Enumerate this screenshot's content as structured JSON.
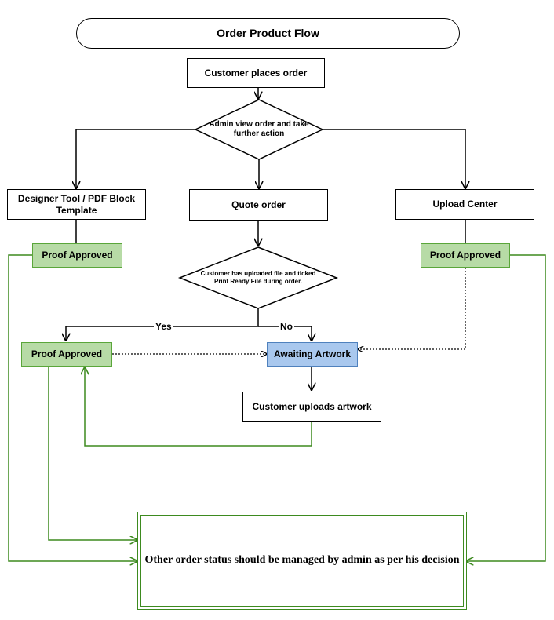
{
  "title": "Order Product Flow",
  "nodes": {
    "customer_places_order": "Customer places order",
    "admin_view_order": "Admin view order and take further action",
    "designer_tool": "Designer Tool / PDF Block Template",
    "quote_order": "Quote order",
    "upload_center": "Upload Center",
    "proof_approved_left": "Proof Approved",
    "proof_approved_right": "Proof Approved",
    "customer_uploaded_check": "Customer has uploaded file and ticked Print Ready File during order.",
    "proof_approved_mid": "Proof Approved",
    "awaiting_artwork": "Awaiting Artwork",
    "customer_uploads_artwork": "Customer uploads artwork",
    "other_order_status": "Other order status should be managed by admin as per his decision"
  },
  "edge_labels": {
    "yes": "Yes",
    "no": "No"
  },
  "colors": {
    "green_fill": "#b7dba6",
    "green_line": "#3d8a1f",
    "blue_fill": "#a9c8ee",
    "blue_line": "#4f81bd"
  }
}
